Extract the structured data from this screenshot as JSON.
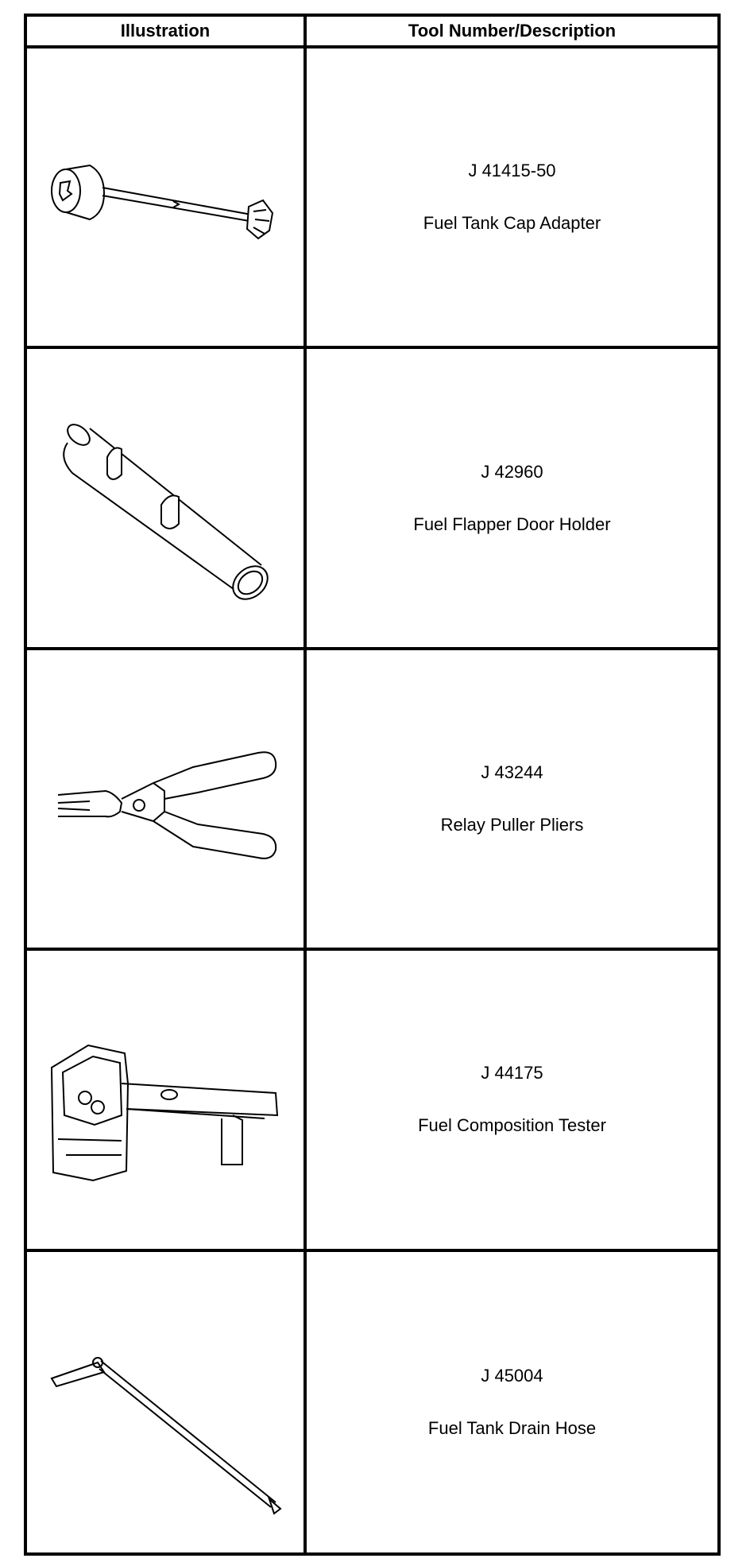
{
  "table": {
    "headers": {
      "illustration": "Illustration",
      "tool": "Tool Number/Description"
    },
    "rows": [
      {
        "number": "J 41415-50",
        "description": "Fuel Tank Cap Adapter",
        "icon": "fuel-tank-cap-adapter-icon"
      },
      {
        "number": "J 42960",
        "description": "Fuel Flapper Door Holder",
        "icon": "fuel-flapper-door-holder-icon"
      },
      {
        "number": "J 43244",
        "description": "Relay Puller Pliers",
        "icon": "relay-puller-pliers-icon"
      },
      {
        "number": "J 44175",
        "description": "Fuel Composition Tester",
        "icon": "fuel-composition-tester-icon"
      },
      {
        "number": "J 45004",
        "description": "Fuel Tank Drain Hose",
        "icon": "fuel-tank-drain-hose-icon"
      }
    ]
  }
}
